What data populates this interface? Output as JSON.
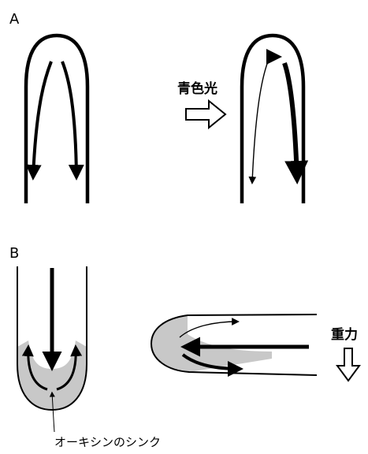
{
  "panel_a": {
    "label": "A",
    "stimulus_label": "青色光"
  },
  "panel_b": {
    "label": "B",
    "stimulus_label": "重力",
    "sink_label": "オーキシンのシンク"
  },
  "colors": {
    "stroke": "#000000",
    "zone_fill": "#c8c8c8",
    "background": "#ffffff"
  }
}
